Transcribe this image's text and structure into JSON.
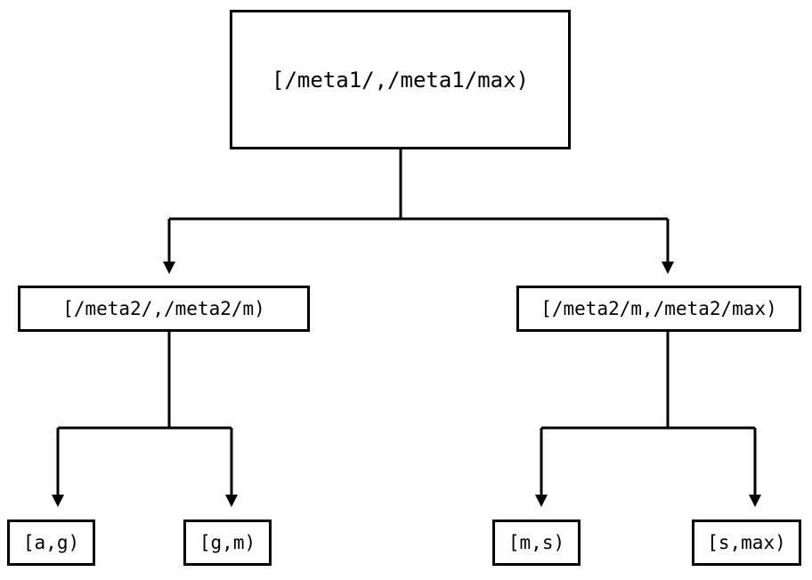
{
  "diagram": {
    "type": "binary-partition-tree",
    "orientation": "top-down",
    "stroke_color": "#000000",
    "background_color": "#ffffff",
    "nodes": {
      "root": {
        "label": "[/meta1/,/meta1/max)"
      },
      "level2": [
        {
          "label": "[/meta2/,/meta2/m)"
        },
        {
          "label": "[/meta2/m,/meta2/max)"
        }
      ],
      "leaves": [
        {
          "label": "[a,g)"
        },
        {
          "label": "[g,m)"
        },
        {
          "label": "[m,s)"
        },
        {
          "label": "[s,max)"
        }
      ]
    }
  }
}
